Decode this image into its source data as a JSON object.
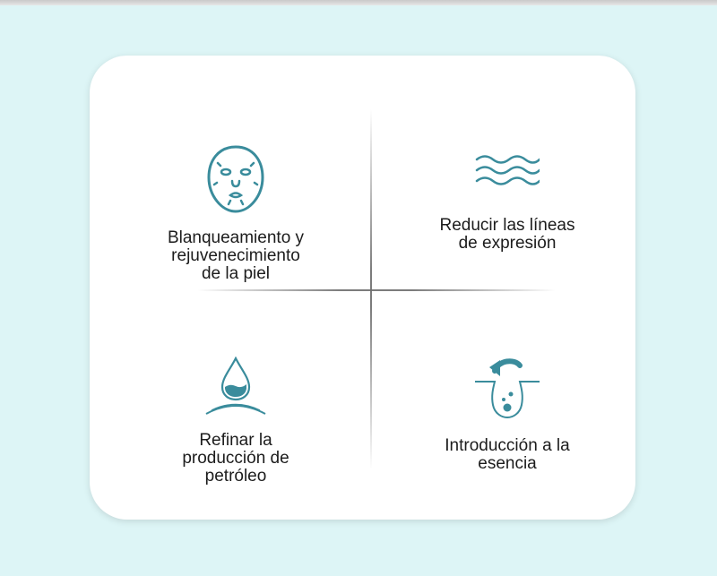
{
  "colors": {
    "page_background": "#ddf5f6",
    "card_background": "#ffffff",
    "icon_teal": "#3a8c9c",
    "text": "#1c1c1c"
  },
  "features": [
    {
      "icon": "face-mask-icon",
      "label": "Blanqueamiento y\nrejuvenecimiento\nde la piel"
    },
    {
      "icon": "waves-icon",
      "label": "Reducir las líneas\nde expresión"
    },
    {
      "icon": "water-drop-icon",
      "label": "Refinar la\nproducción de\npetróleo"
    },
    {
      "icon": "pore-essence-icon",
      "label": "Introducción a la\nesencia"
    }
  ]
}
